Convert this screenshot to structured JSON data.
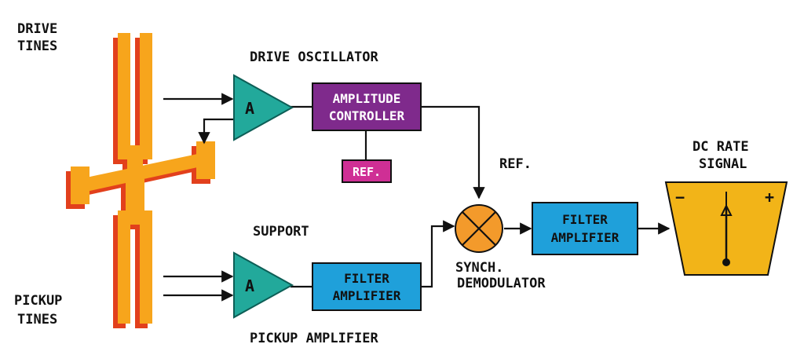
{
  "labels": {
    "drive_tines": [
      "DRIVE",
      "TINES"
    ],
    "pickup_tines": [
      "PICKUP",
      "TINES"
    ],
    "drive_oscillator": "DRIVE OSCILLATOR",
    "support": "SUPPORT",
    "pickup_amplifier": "PICKUP AMPLIFIER",
    "ref_side": "REF.",
    "synch_demodulator": [
      "SYNCH.",
      "DEMODULATOR"
    ],
    "dc_rate_signal": [
      "DC RATE",
      "SIGNAL"
    ]
  },
  "blocks": {
    "amp_drive": "A",
    "amp_pickup": "A",
    "amplitude_controller": [
      "AMPLITUDE",
      "CONTROLLER"
    ],
    "ref_box": "REF.",
    "filter_amp_pickup": [
      "FILTER",
      "AMPLIFIER"
    ],
    "filter_amp_output": [
      "FILTER",
      "AMPLIFIER"
    ]
  },
  "meter": {
    "minus": "−",
    "plus": "+"
  },
  "colors": {
    "tines_face": "#f7a51c",
    "tines_shadow": "#e2401c",
    "amplifier": "#22a99b",
    "controller": "#7f2a8c",
    "ref_box": "#cf2f95",
    "filter_box": "#1fa0da",
    "demodulator": "#f39a2b",
    "meter": "#f2b418"
  }
}
